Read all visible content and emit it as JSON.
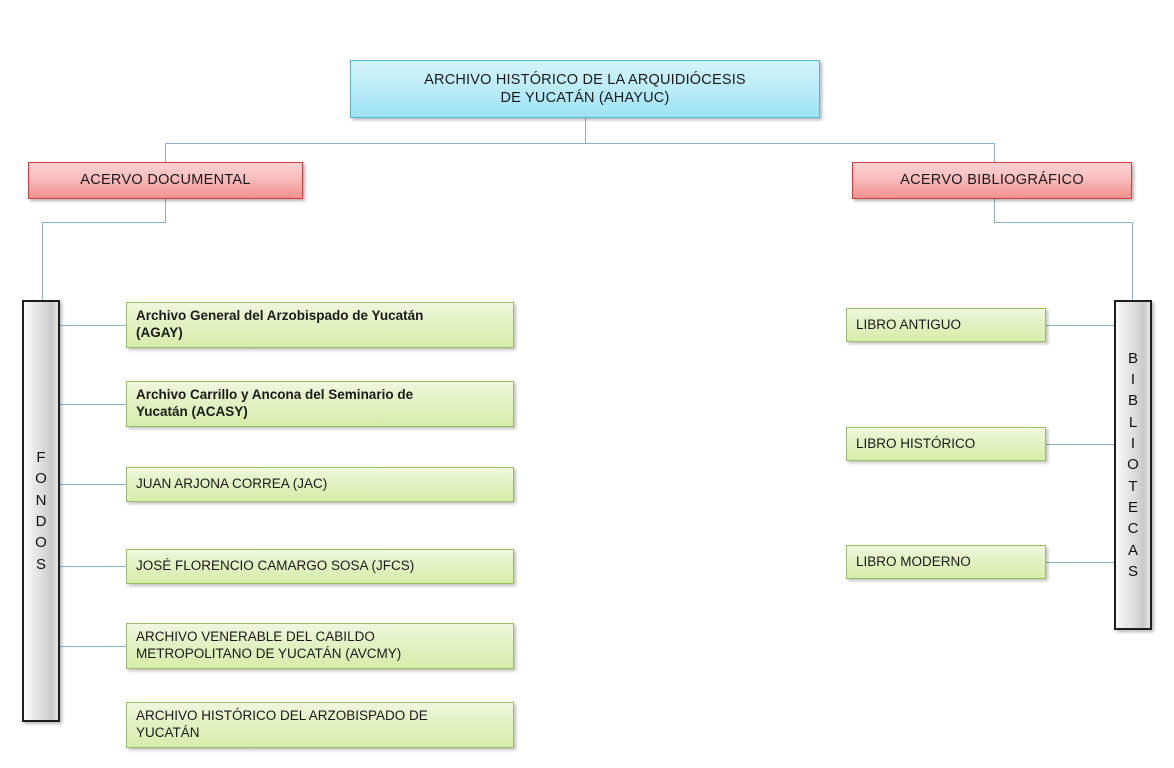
{
  "diagram": {
    "title_text": "ARCHIVO  HISTÓRICO  DE LA ARQUIDIÓCESIS DE YUCATÁN  (AHAYUC)",
    "root": {
      "label": "ARCHIVO  HISTÓRICO  DE LA ARQUIDIÓCESIS DE YUCATÁN  (AHAYUC)",
      "line1": "ARCHIVO  HISTÓRICO  DE LA ARQUIDIÓCESIS",
      "line2": "DE YUCATÁN  (AHAYUC)",
      "color": "#9EE2F4",
      "border_color": "#4BB9D4"
    },
    "branches": [
      {
        "label": "ACERVO  DOCUMENTAL",
        "color": "#F59090",
        "border_color": "#D63B3B"
      },
      {
        "label": "ACERVO  BIBLIOGRÁFICO",
        "color": "#F59090",
        "border_color": "#D63B3B"
      }
    ],
    "spines": [
      {
        "label": "FONDOS",
        "letters": [
          "F",
          "O",
          "N",
          "D",
          "O",
          "S"
        ],
        "color": "#DCDCDC"
      },
      {
        "label": "BIBLIOTECAS",
        "letters": [
          "B",
          "I",
          "B",
          "L",
          "I",
          "O",
          "T",
          "E",
          "C",
          "A",
          "S"
        ],
        "color": "#DCDCDC"
      }
    ],
    "fondos_items": [
      {
        "label": "Archivo General del Arzobispado de Yucatán (AGAY)",
        "line1": "Archivo General del Arzobispado de Yucatán",
        "line2": "(AGAY)",
        "style": "mixed",
        "connected": true
      },
      {
        "label": "Archivo Carrillo y Ancona del Seminario de Yucatán (ACASY)",
        "line1": "Archivo Carrillo y Ancona del Seminario de",
        "line2": "Yucatán (ACASY)",
        "style": "mixed",
        "connected": true
      },
      {
        "label": "JUAN ARJONA CORREA (JAC)",
        "line1": "JUAN ARJONA CORREA (JAC)",
        "line2": "",
        "style": "caps",
        "connected": true
      },
      {
        "label": "JOSÉ FLORENCIO CAMARGO SOSA (JFCS)",
        "line1": "JOSÉ FLORENCIO CAMARGO SOSA (JFCS)",
        "line2": "",
        "style": "caps",
        "connected": true
      },
      {
        "label": "ARCHIVO VENERABLE DEL CABILDO METROPOLITANO DE YUCATÁN (AVCMY)",
        "line1": "ARCHIVO VENERABLE DEL CABILDO",
        "line2": "METROPOLITANO DE YUCATÁN (AVCMY)",
        "style": "caps",
        "connected": true
      },
      {
        "label": "ARCHIVO HISTÓRICO DEL ARZOBISPADO DE YUCATÁN",
        "line1": "ARCHIVO HISTÓRICO DEL ARZOBISPADO DE",
        "line2": "YUCATÁN",
        "style": "caps",
        "connected": false
      }
    ],
    "biblioteca_items": [
      {
        "label": "LIBRO ANTIGUO",
        "line1": "LIBRO ANTIGUO",
        "line2": "",
        "style": "caps",
        "connected": true
      },
      {
        "label": "LIBRO HISTÓRICO",
        "line1": "LIBRO HISTÓRICO",
        "line2": "",
        "style": "caps",
        "connected": true
      },
      {
        "label": "LIBRO MODERNO",
        "line1": "LIBRO MODERNO",
        "line2": "",
        "style": "caps",
        "connected": true
      }
    ],
    "connector_color": "#8FAFCB",
    "background_color": "#FFFFFF"
  }
}
